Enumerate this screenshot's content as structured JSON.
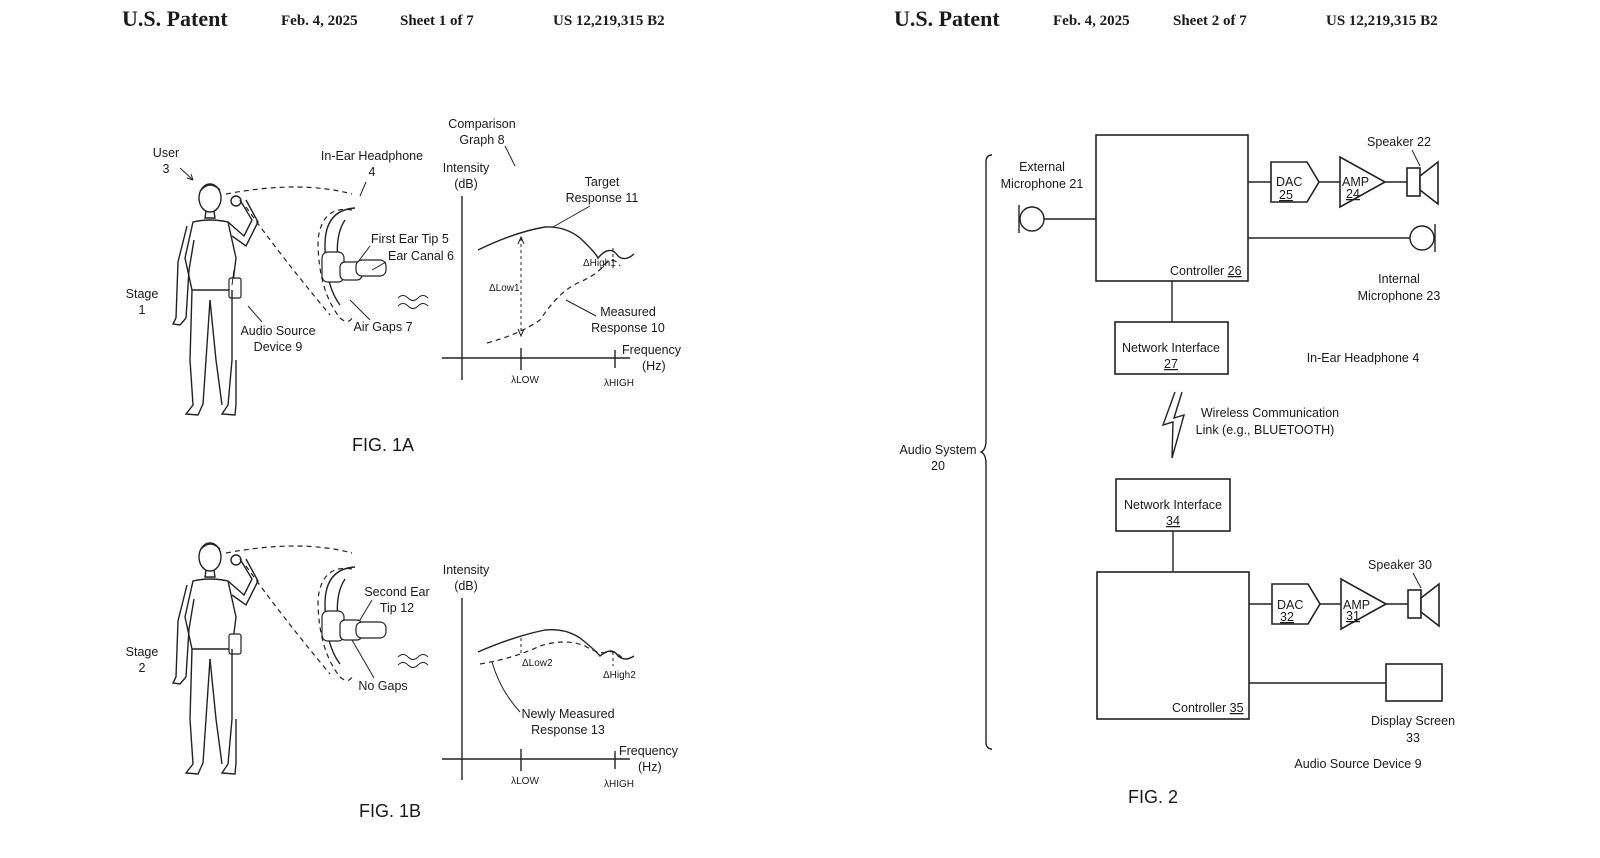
{
  "sheet1": {
    "header": {
      "office": "U.S. Patent",
      "date": "Feb. 4, 2025",
      "sheet": "Sheet 1 of 7",
      "number": "US 12,219,315 B2"
    },
    "fig1a": {
      "caption": "FIG. 1A",
      "user_label": [
        "User",
        "3"
      ],
      "stage_label": [
        "Stage",
        "1"
      ],
      "headphone_label": [
        "In-Ear Headphone",
        "4"
      ],
      "ear_tip_label": "First Ear Tip 5",
      "ear_canal_label": "Ear Canal 6",
      "air_gaps_label": "Air Gaps 7",
      "audio_source_label": [
        "Audio Source",
        "Device 9"
      ],
      "graph_label": [
        "Comparison",
        "Graph 8"
      ],
      "y_axis_label": [
        "Intensity",
        "(dB)"
      ],
      "x_axis_label": [
        "Frequency",
        "(Hz)"
      ],
      "target_label": [
        "Target",
        "Response 11"
      ],
      "measured_label": [
        "Measured",
        "Response 10"
      ],
      "delta_low": "ΔLow1",
      "delta_high": "ΔHigh1",
      "lambda_low": "λLOW",
      "lambda_high": "λHIGH"
    },
    "fig1b": {
      "caption": "FIG. 1B",
      "stage_label": [
        "Stage",
        "2"
      ],
      "ear_tip_label": [
        "Second Ear",
        "Tip 12"
      ],
      "no_gaps_label": "No Gaps",
      "y_axis_label": [
        "Intensity",
        "(dB)"
      ],
      "x_axis_label": [
        "Frequency",
        "(Hz)"
      ],
      "new_measured_label": [
        "Newly Measured",
        "Response 13"
      ],
      "delta_low": "ΔLow2",
      "delta_high": "ΔHigh2",
      "lambda_low": "λLOW",
      "lambda_high": "λHIGH"
    }
  },
  "sheet2": {
    "header": {
      "office": "U.S. Patent",
      "date": "Feb. 4, 2025",
      "sheet": "Sheet 2 of 7",
      "number": "US 12,219,315 B2"
    },
    "caption": "FIG. 2",
    "audio_system_label": [
      "Audio System",
      "20"
    ],
    "external_mic_label": [
      "External",
      "Microphone 21"
    ],
    "controller_26": {
      "text": "Controller ",
      "num": "26"
    },
    "dac_25": {
      "text": "DAC",
      "num": "25"
    },
    "amp_24": {
      "text": "AMP",
      "num": "24"
    },
    "speaker_22_label": "Speaker 22",
    "internal_mic_label": [
      "Internal",
      "Microphone 23"
    ],
    "network_27": {
      "text": "Network Interface",
      "num": "27"
    },
    "headphone_label": "In-Ear Headphone 4",
    "wireless_label": [
      "Wireless Communication",
      "Link (e.g., BLUETOOTH)"
    ],
    "network_34": {
      "text": "Network Interface",
      "num": "34"
    },
    "controller_35": {
      "text": "Controller ",
      "num": "35"
    },
    "dac_32": {
      "text": "DAC",
      "num": "32"
    },
    "amp_31": {
      "text": "AMP",
      "num": "31"
    },
    "speaker_30_label": "Speaker 30",
    "display_label": [
      "Display Screen",
      "33"
    ],
    "source_label": "Audio Source Device 9"
  }
}
